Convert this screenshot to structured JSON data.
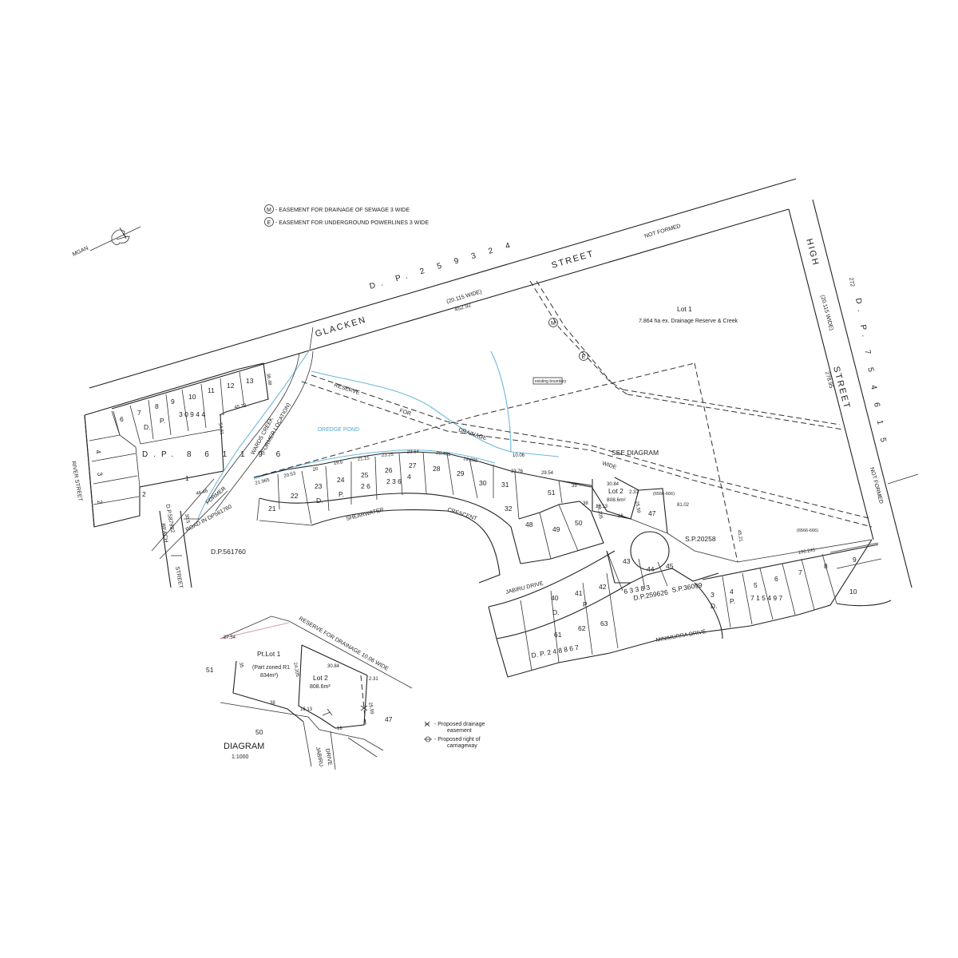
{
  "legend": {
    "sewage_symbol": "M",
    "sewage_text": "- EASEMENT FOR DRAINAGE OF SEWAGE 3 WIDE",
    "power_symbol": "E",
    "power_text": "- EASEMENT FOR UNDERGROUND POWERLINES 3 WIDE"
  },
  "north": {
    "label": "MGAN"
  },
  "roads": {
    "glacken_1": "GLACKEN",
    "glacken_2": "STREET",
    "glacken_width": "(20.115 WIDE)",
    "glacken_len": "452.92",
    "not_formed_1": "NOT FORMED",
    "high_1": "HIGH",
    "high_2": "STREET",
    "high_width": "(20.115 WIDE)",
    "high_len": "278.95",
    "not_formed_2": "NOT FORMED",
    "river": "RIVER STREET",
    "shearwater": "SHEARWATER",
    "crescent": "CRESCENT",
    "jabiru": "JABIRU DRIVE",
    "minimurra": "MINIMURRA DRIVE",
    "beach": "BEACH",
    "street_small": "STREET"
  },
  "plans": {
    "dp_top": "D. P. 2 5 9 3 2 4",
    "dp_right": "D. P. 7 5 4 6 1 5",
    "dp_right_num": "272",
    "dp_left": "D.P. 8 6 1 1 9 6",
    "dp_left_lot": "1",
    "dp_561760": "D.P.561760",
    "dp_587982": "D.P.587982",
    "road_in_dp": "ROAD IN DP561760",
    "sp_20258": "S.P.20258",
    "dp_259626": "D.P.259626",
    "sp_36099": "S.P.36099"
  },
  "lot1": {
    "title": "Lot 1",
    "area": "7.864 ha ex. Drainage Reserve & Creek"
  },
  "features": {
    "creek": "WARDS CREEK",
    "creek_note": "(FORMER LOCATION)",
    "pond": "DREDGE POND",
    "reserve_1": "RESERVE",
    "reserve_2": "FOR",
    "reserve_3": "DRAINAGE",
    "reserve_4": "WIDE",
    "former": "FORMER",
    "see_diagram": "SEE DIAGRAM",
    "boundary_tag": "existing boundary",
    "m_marker": "M",
    "e_marker": "E",
    "sp_tag_1": "(6566-666)",
    "sp_tag_2": "(6566-666)"
  },
  "lot_numbers": {
    "l2": "2",
    "l3": "3",
    "l4": "4",
    "l5": "5",
    "l6": "6",
    "l7": "7",
    "l8": "8",
    "l9": "9",
    "l10": "10",
    "l11": "11",
    "l12": "12",
    "l13": "13",
    "l21": "21",
    "l22": "22",
    "l23": "23",
    "l24": "24",
    "l25": "25",
    "l26": "26",
    "l27": "27",
    "l28": "28",
    "l29": "29",
    "l30": "30",
    "l31": "31",
    "l32": "32",
    "l47": "47",
    "l48": "48",
    "l49": "49",
    "l50": "50",
    "l51": "51",
    "l43": "43",
    "l44": "44",
    "l45": "45",
    "l40": "40",
    "l41": "41",
    "l42": "42",
    "l61": "61",
    "l62": "62",
    "l63": "63",
    "r3": "3",
    "r4": "4",
    "r5": "5",
    "r6": "6",
    "r7": "7",
    "r8": "8",
    "r9": "9",
    "r10": "10",
    "lot2_title": "Lot 2",
    "lot2_area": "808.6m²",
    "dp_d": "D.",
    "dp_p": "P.",
    "p5_1": "2 6",
    "p5_2": "2 3 6",
    "p5_3": "4",
    "top_dp_1": "D.",
    "top_dp_2": "P.",
    "top_dp_3": "3 0 9 4 4",
    "b1": "6 3 3 8 3",
    "b2": "7 1 5 4 9 7",
    "b3": "D. P. 2 4 8 8 6 7",
    "b_d": "D.",
    "b_p": "P."
  },
  "dims": {
    "d1": "21.965",
    "d2": "20.53",
    "d3": "20",
    "d4": "19.6",
    "d5": "21.15",
    "d6": "23.25",
    "d7": "23.64",
    "d8": "20.465",
    "d9": "19.605",
    "d10": "10.06",
    "d11": "33.76",
    "d12": "29.54",
    "d13": "81.02",
    "d14": "106.245",
    "d15": "45.21",
    "d16": "54.61",
    "d17": "45.72",
    "d18": "36.48",
    "d19": "46.46",
    "d20": "30.5",
    "d21": "30.84",
    "d22": "24.205",
    "d23": "16.13",
    "d24": "2.31",
    "d25": "25.59",
    "d26": "38",
    "d27": "16",
    "d28": "35"
  },
  "diagram": {
    "title": "DIAGRAM",
    "scale": "1:1000",
    "ptlot_title": "Pt.Lot 1",
    "ptlot_note": "(Part zoned R1",
    "ptlot_area": "834m²)",
    "lot2_title": "Lot 2",
    "lot2_area": "808.6m²",
    "reserve": "RESERVE FOR DRAINAGE 10.06 WIDE",
    "jabiru": "JABIRU",
    "drive": "DRIVE",
    "n51": "51",
    "n50": "50",
    "n47": "47",
    "dim_2754": "27.54",
    "dim_35": "35",
    "dim_3084": "30.84",
    "dim_24205": "24.205",
    "dim_231": "2.31",
    "dim_2559": "25.59",
    "dim_1613": "16.13",
    "dim_38": "38",
    "dim_16": "16"
  },
  "key": {
    "drain_1": "- Proposed drainage",
    "drain_2": "easement",
    "row_1": "- Proposed right of",
    "row_2": "carriageway"
  }
}
